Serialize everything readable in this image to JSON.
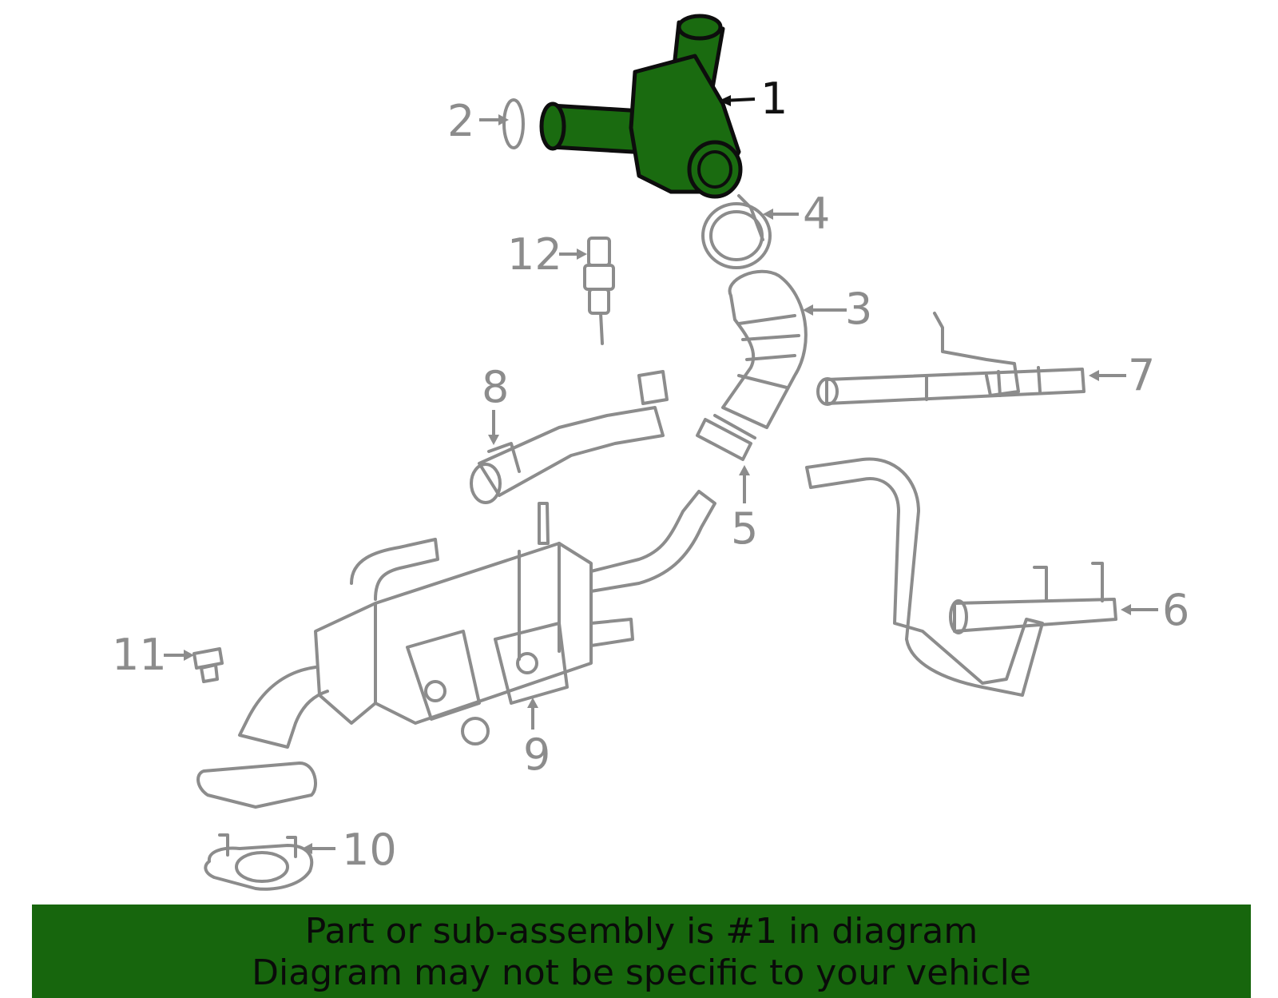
{
  "diagram": {
    "highlighted_part": "1",
    "highlight_color": "#1a6b10",
    "line_color": "#8c8c8c",
    "callouts": [
      {
        "id": "c1",
        "label": "1"
      },
      {
        "id": "c2",
        "label": "2"
      },
      {
        "id": "c3",
        "label": "3"
      },
      {
        "id": "c4",
        "label": "4"
      },
      {
        "id": "c5",
        "label": "5"
      },
      {
        "id": "c6",
        "label": "6"
      },
      {
        "id": "c7",
        "label": "7"
      },
      {
        "id": "c8",
        "label": "8"
      },
      {
        "id": "c9",
        "label": "9"
      },
      {
        "id": "c10",
        "label": "10"
      },
      {
        "id": "c11",
        "label": "11"
      },
      {
        "id": "c12",
        "label": "12"
      }
    ]
  },
  "banner": {
    "line1": "Part or sub-assembly is #1 in diagram",
    "line2": "Diagram may not be specific to your vehicle",
    "background": "#17660d"
  }
}
